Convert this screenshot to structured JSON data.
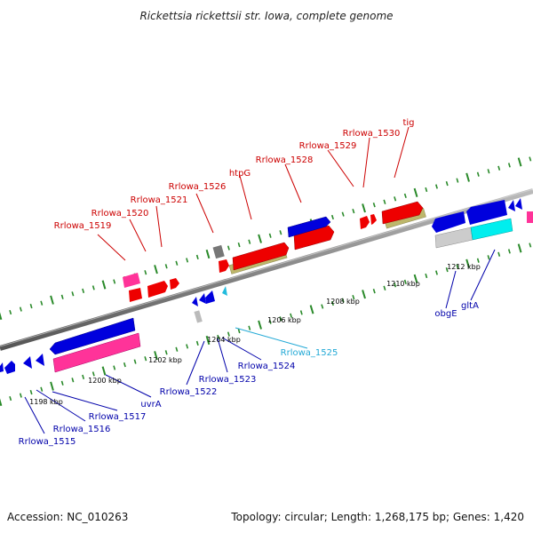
{
  "title": "Rickettsia rickettsii str. Iowa, complete genome",
  "footer": {
    "accession": "Accession: NC_010263",
    "summary": "Topology: circular; Length: 1,268,175 bp; Genes: 1,420"
  },
  "scale_labels": [
    "1198 kbp",
    "1200 kbp",
    "1202 kbp",
    "1204 kbp",
    "1206 kbp",
    "1208 kbp",
    "1210 kbp",
    "1212 kbp"
  ],
  "gene_labels_top": [
    "Rrlowa_1519",
    "Rrlowa_1520",
    "Rrlowa_1521",
    "Rrlowa_1526",
    "htpG",
    "Rrlowa_1528",
    "Rrlowa_1529",
    "Rrlowa_1530",
    "tig"
  ],
  "gene_labels_bottom": [
    "Rrlowa_1515",
    "Rrlowa_1516",
    "Rrlowa_1517",
    "uvrA",
    "Rrlowa_1522",
    "Rrlowa_1523",
    "Rrlowa_1524",
    "Rrlowa_1525",
    "obgE",
    "gltA"
  ],
  "colors": {
    "backbone": "#888888",
    "tick": "#2a8a2a",
    "cds_forward": "#ee0000",
    "cds_reverse": "#0000dd",
    "gene_forward": "#bdb76b",
    "gene_reverse": "#ff3399",
    "other_rna": "#999999",
    "trna": "#00dddd"
  }
}
